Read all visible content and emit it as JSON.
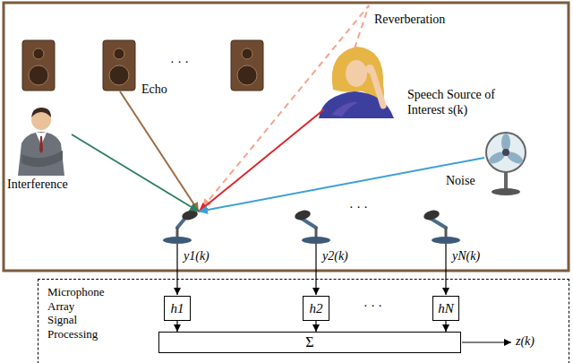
{
  "diagram": {
    "nodes": [
      {
        "text": [
          "Microphone Array Signal Processing"
        ]
      },
      {
        "text": [
          "h1"
        ],
        "in": 0
      },
      {
        "text": [
          "h2"
        ],
        "in": 0
      },
      {
        "text": [
          "hN"
        ],
        "in": 0
      },
      {
        "text": [
          "Σ"
        ],
        "in": 0
      }
    ],
    "edges": [
      {
        "from": 1,
        "to": 4,
        "arrow": "to"
      },
      {
        "from": 2,
        "to": 4,
        "arrow": "to"
      },
      {
        "from": 3,
        "to": 4,
        "arrow": "to"
      }
    ],
    "labels": [
      "Reverberation",
      "Echo",
      "Speech Source of Interest s(k)",
      "Interference",
      "Noise",
      "· · ·",
      "· · ·",
      "y1(k)",
      "y2(k)",
      "yN(k)",
      "· · ·",
      "z(k)"
    ]
  }
}
